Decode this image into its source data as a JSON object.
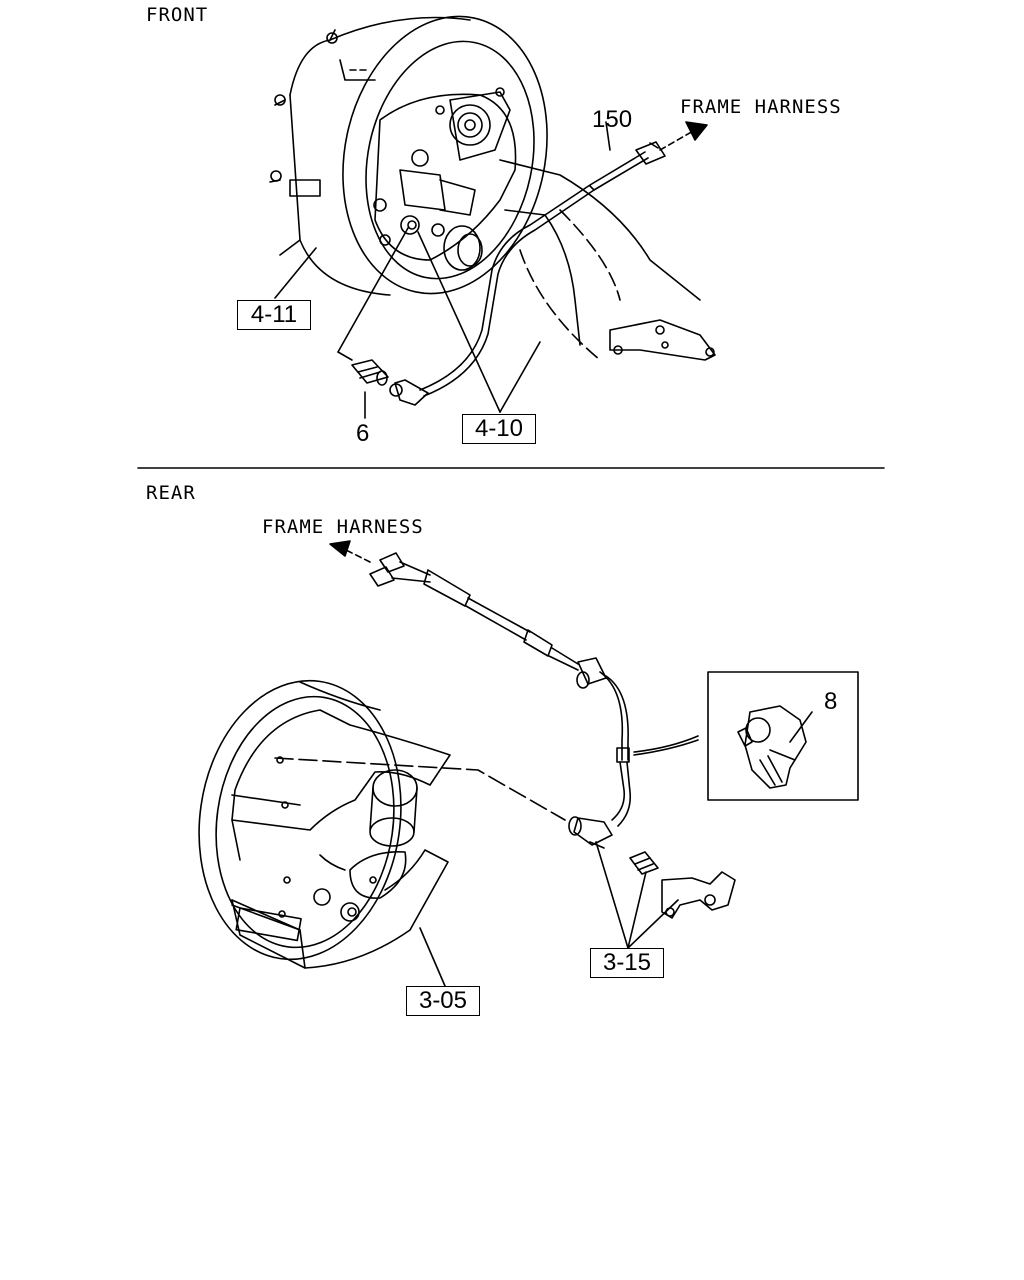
{
  "sections": {
    "front": "FRONT",
    "rear": "REAR"
  },
  "front": {
    "harness_label": "FRAME HARNESS",
    "callouts": {
      "c150": "150",
      "c6": "6",
      "c4_11": "4-11",
      "c4_10": "4-10"
    }
  },
  "rear": {
    "harness_label": "FRAME HARNESS",
    "callouts": {
      "c8": "8",
      "c3_15": "3-15",
      "c3_05": "3-05"
    }
  }
}
